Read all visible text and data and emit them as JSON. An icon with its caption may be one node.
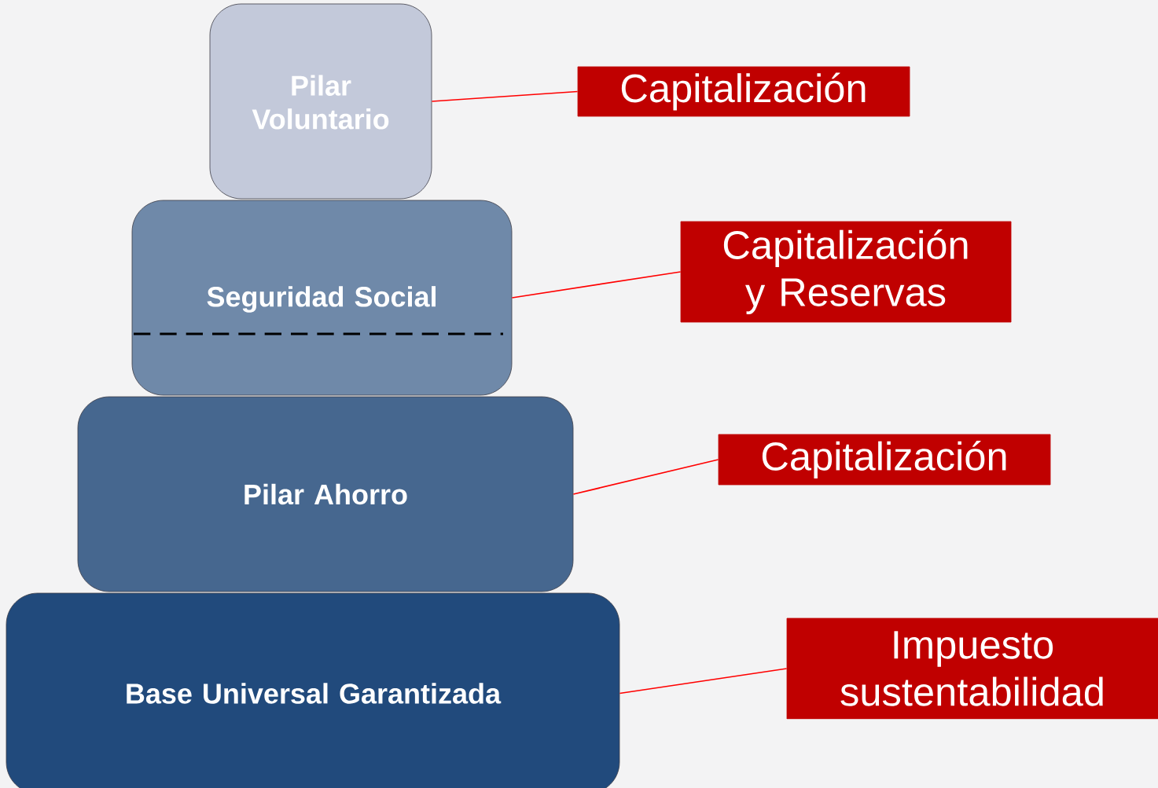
{
  "diagram": {
    "nodes": [
      {
        "text": [
          "Pilar Voluntario"
        ]
      },
      {
        "text": [
          "Seguridad Social"
        ]
      },
      {
        "text": [
          "Pilar Ahorro"
        ]
      },
      {
        "text": [
          "Base Universal Garantizada"
        ]
      },
      {
        "text": [
          "Capitalización"
        ]
      },
      {
        "text": [
          "Capitalización y Reservas"
        ]
      },
      {
        "text": [
          "Capitalización"
        ]
      },
      {
        "text": [
          "Impuesto sustentabilidad"
        ]
      }
    ],
    "edges": [
      {
        "from": 0,
        "to": 4,
        "arrow": "none"
      },
      {
        "from": 1,
        "to": 5,
        "arrow": "none"
      },
      {
        "from": 2,
        "to": 6,
        "arrow": "none"
      },
      {
        "from": 3,
        "to": 7,
        "arrow": "none"
      }
    ]
  }
}
